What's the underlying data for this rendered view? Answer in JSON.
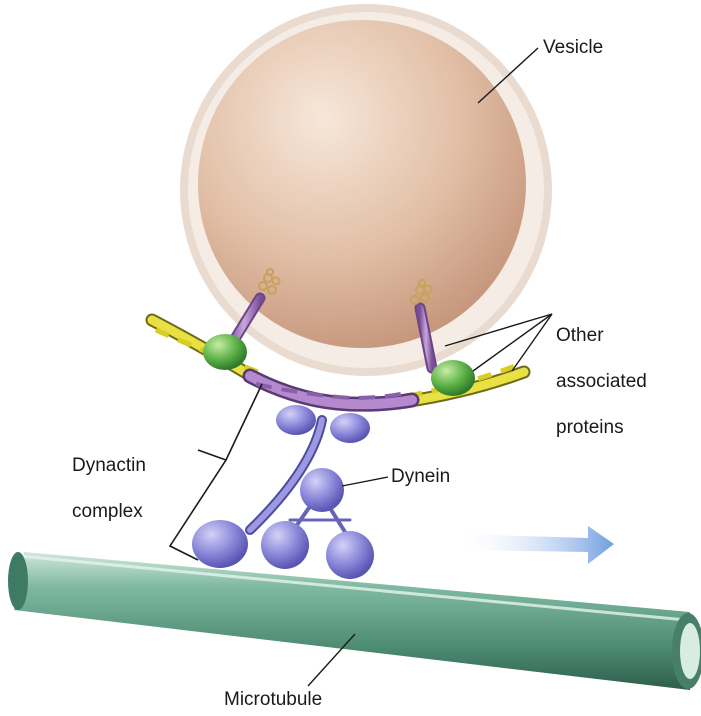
{
  "labels": {
    "vesicle": "Vesicle",
    "other_associated_proteins": [
      "Other",
      "associated",
      "proteins"
    ],
    "dynactin_complex": [
      "Dynactin",
      "complex"
    ],
    "dynein": "Dynein",
    "microtubule": "Microtubule"
  },
  "colors": {
    "vesicle_fill": "#e6c7b0",
    "vesicle_rim": "#f3e7dc",
    "helix_yellow": "#e8df3a",
    "helix_purple": "#a77cbf",
    "green_protein": "#5aae45",
    "dynein_ball": "#8a86d6",
    "microtubule": "#5f9e86",
    "motion_arrow": "#8fb4e6",
    "leader_line": "#1a1a1a"
  },
  "icons": {
    "direction": "right-arrow-icon"
  }
}
